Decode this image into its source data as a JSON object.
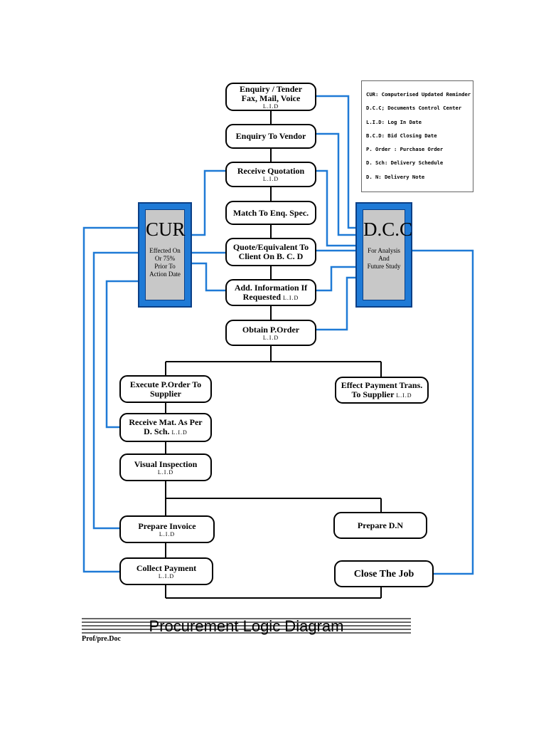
{
  "diagram": {
    "title": "Procurement Logic Diagram",
    "doc_ref": "Prof/pre.Doc",
    "legend": [
      "CUR: Computerised Updated Reminder",
      "D.C.C; Documents Control Center",
      "L.I.D: Log In Date",
      "B.C.D: Bid Closing Date",
      "P. Order : Purchase Order",
      "D. Sch: Delivery Schedule",
      "D. N: Delivery Note"
    ],
    "cur": {
      "abbr": "CUR",
      "desc": [
        "Effected On",
        "Or 75%",
        "Prior To",
        "Action Date"
      ]
    },
    "dcc": {
      "abbr": "D.C.C",
      "desc": [
        "For Analysis",
        "And",
        "Future Study"
      ]
    },
    "nodes": {
      "enquiry_tender": {
        "line1": "Enquiry / Tender",
        "line2": "Fax, Mail, Voice",
        "sub": "L.I.D"
      },
      "enquiry_vendor": {
        "line1": "Enquiry To Vendor"
      },
      "receive_quotation": {
        "line1": "Receive Quotation",
        "sub": "L.I.D"
      },
      "match_spec": {
        "line1": "Match To Enq. Spec."
      },
      "quote_equivalent": {
        "line1": "Quote/Equivalent To",
        "line2": "Client On B. C. D"
      },
      "add_information": {
        "line1": "Add. Information If",
        "line2": "Requested",
        "inline_sub": "L.I.D"
      },
      "obtain_porder": {
        "line1": "Obtain P.Order",
        "sub": "L.I.D"
      },
      "execute_porder": {
        "line1": "Execute P.Order To",
        "line2": "Supplier"
      },
      "effect_payment": {
        "line1": "Effect Payment Trans.",
        "line2": "To Supplier",
        "inline_sub": "L.I.D"
      },
      "receive_material": {
        "line1": "Receive Mat. As Per",
        "line2": "D. Sch.",
        "inline_sub": "L.I.D"
      },
      "visual_inspection": {
        "line1": "Visual Inspection",
        "sub": "L.I.D"
      },
      "prepare_invoice": {
        "line1": "Prepare Invoice",
        "sub": "L.I.D"
      },
      "prepare_dn": {
        "line1": "Prepare D.N"
      },
      "collect_payment": {
        "line1": "Collect Payment",
        "sub": "L.I.D"
      },
      "close_job": {
        "line1": "Close The Job"
      }
    },
    "colors": {
      "connector_blue": "#1f7ad6",
      "connector_black": "#000000",
      "side_fill": "#c8c8c8"
    }
  }
}
